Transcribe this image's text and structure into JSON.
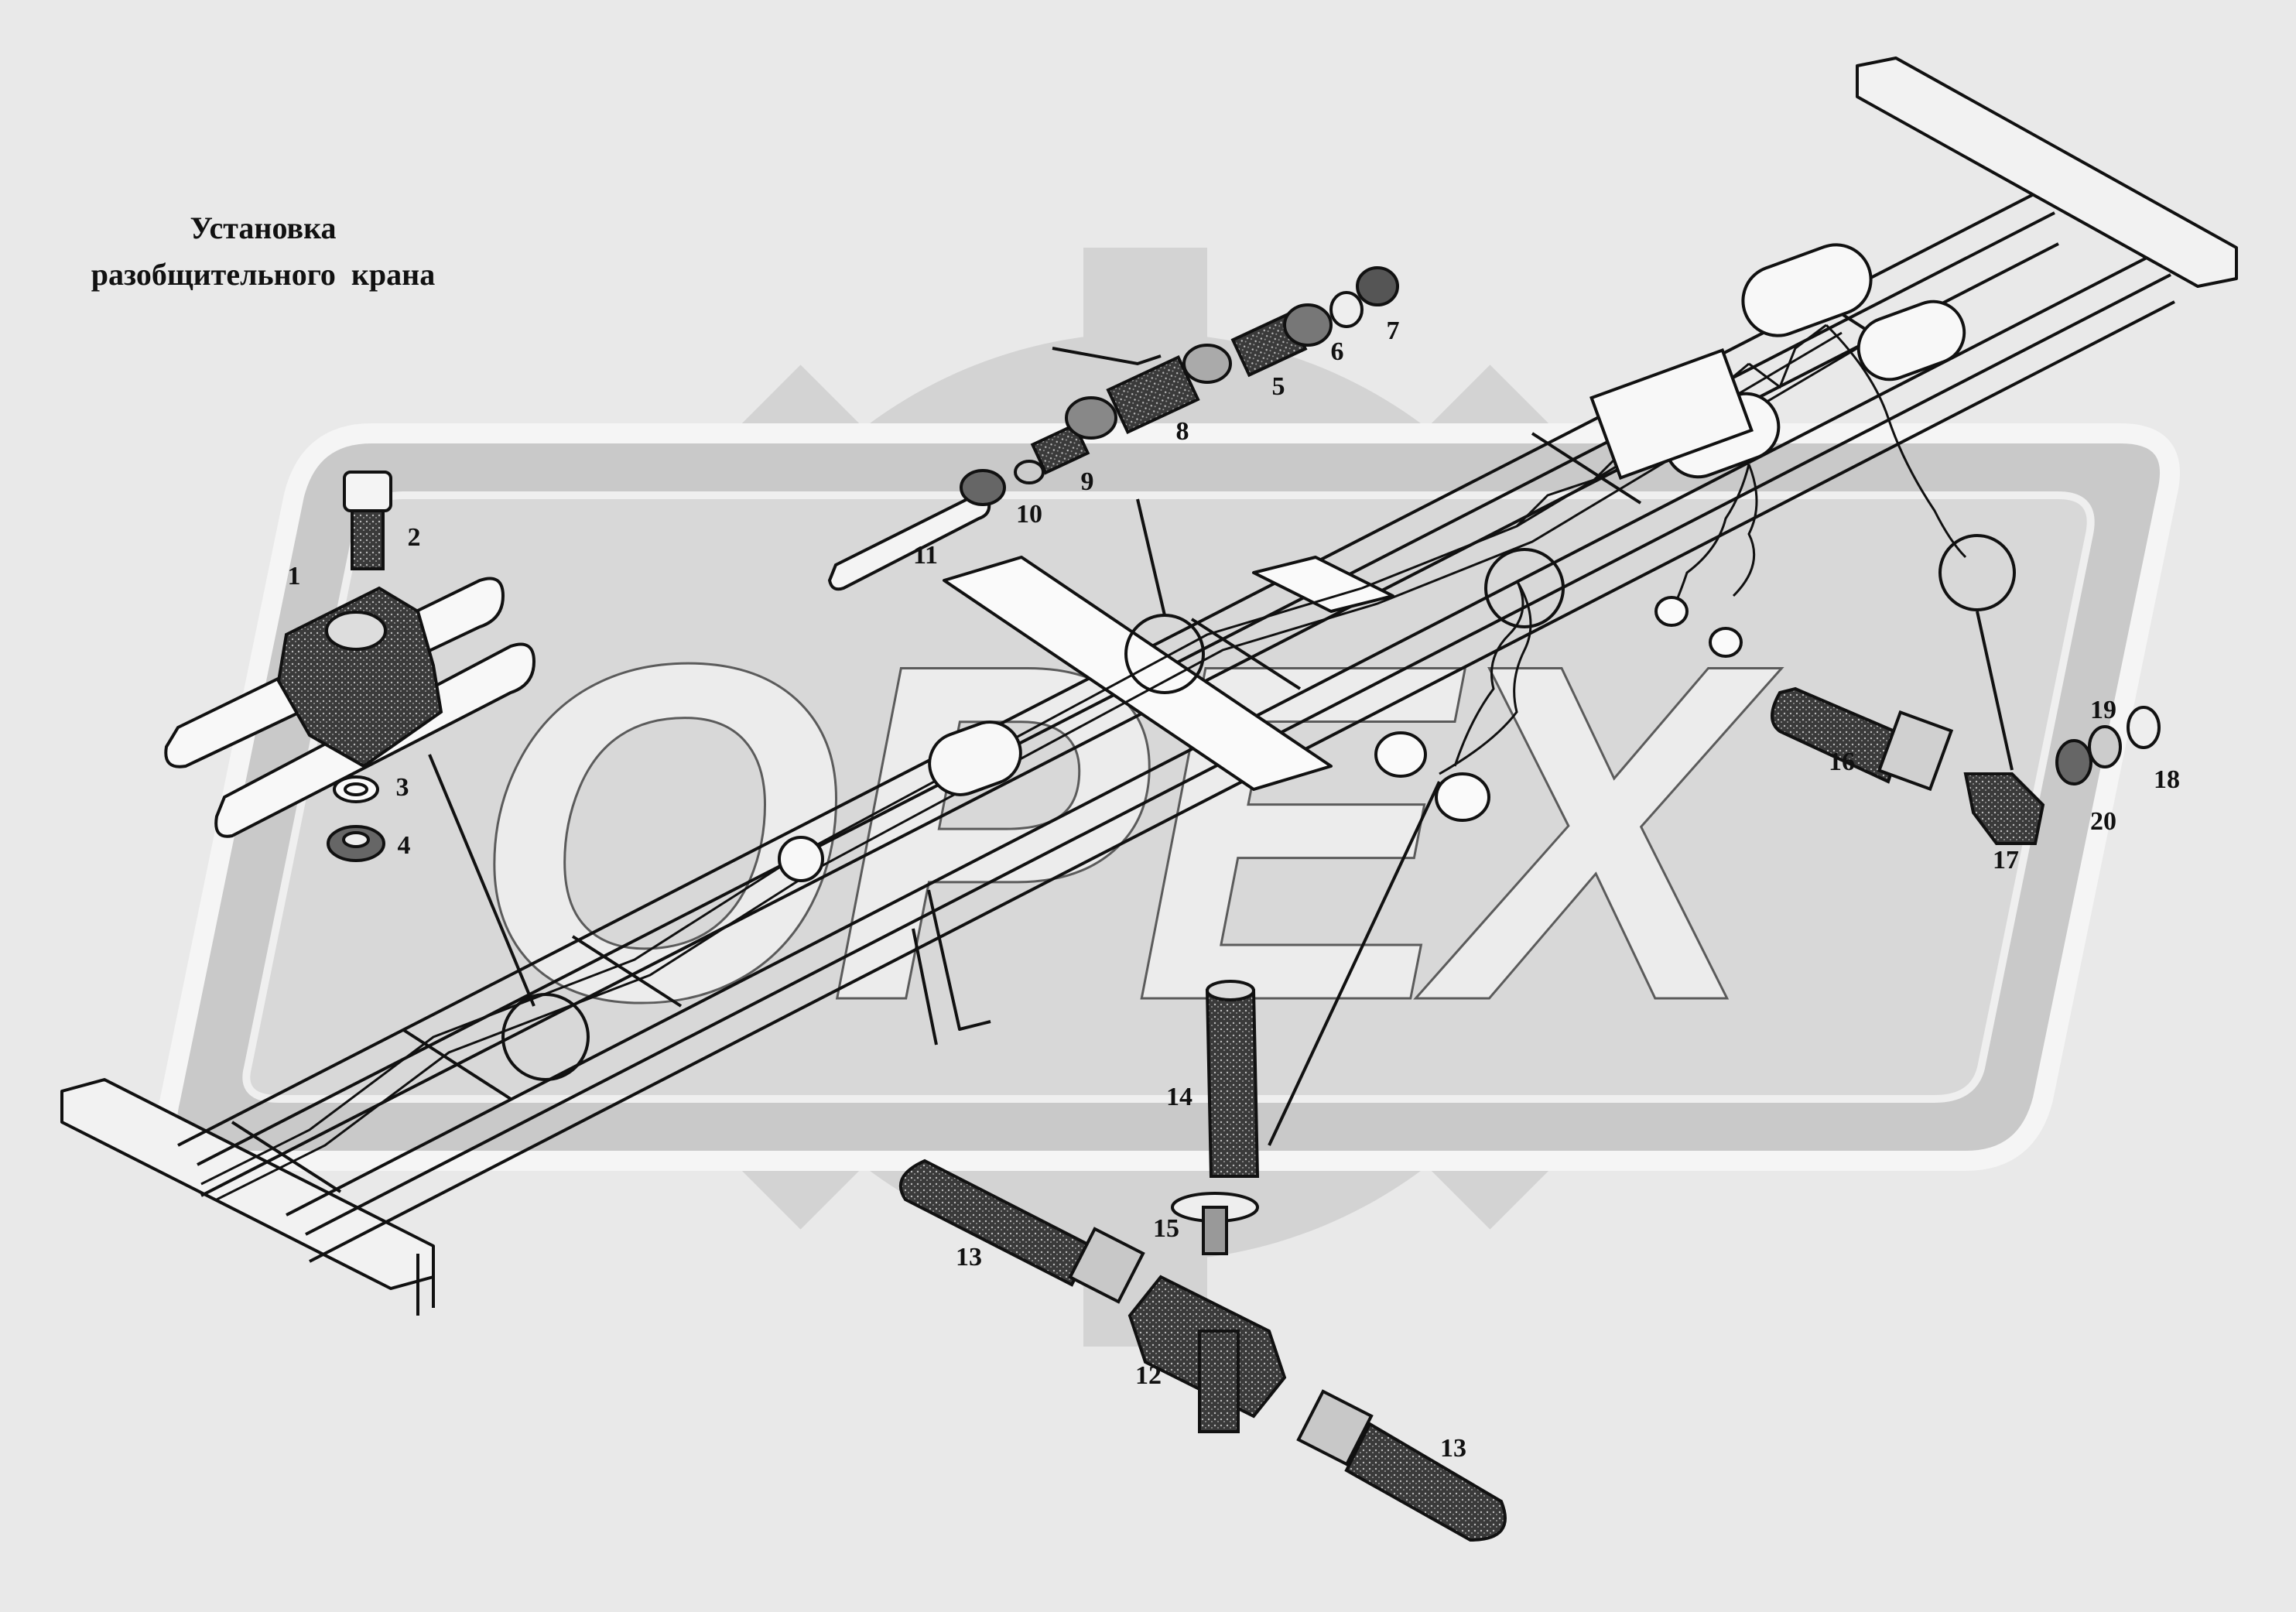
{
  "title": {
    "line1": "Установка",
    "line2": "разобщительного  крана"
  },
  "watermark": {
    "text": "OPEX"
  },
  "callouts": [
    {
      "id": "c1",
      "text": "1"
    },
    {
      "id": "c2",
      "text": "2"
    },
    {
      "id": "c3",
      "text": "3"
    },
    {
      "id": "c4",
      "text": "4"
    },
    {
      "id": "c5",
      "text": "5"
    },
    {
      "id": "c6",
      "text": "6"
    },
    {
      "id": "c7",
      "text": "7"
    },
    {
      "id": "c8",
      "text": "8"
    },
    {
      "id": "c9",
      "text": "9"
    },
    {
      "id": "c10",
      "text": "10"
    },
    {
      "id": "c11",
      "text": "11"
    },
    {
      "id": "c12",
      "text": "12"
    },
    {
      "id": "c13a",
      "text": "13"
    },
    {
      "id": "c13b",
      "text": "13"
    },
    {
      "id": "c14",
      "text": "14"
    },
    {
      "id": "c15",
      "text": "15"
    },
    {
      "id": "c16",
      "text": "16"
    },
    {
      "id": "c17",
      "text": "17"
    },
    {
      "id": "c18",
      "text": "18"
    },
    {
      "id": "c19",
      "text": "19"
    },
    {
      "id": "c20",
      "text": "20"
    }
  ]
}
